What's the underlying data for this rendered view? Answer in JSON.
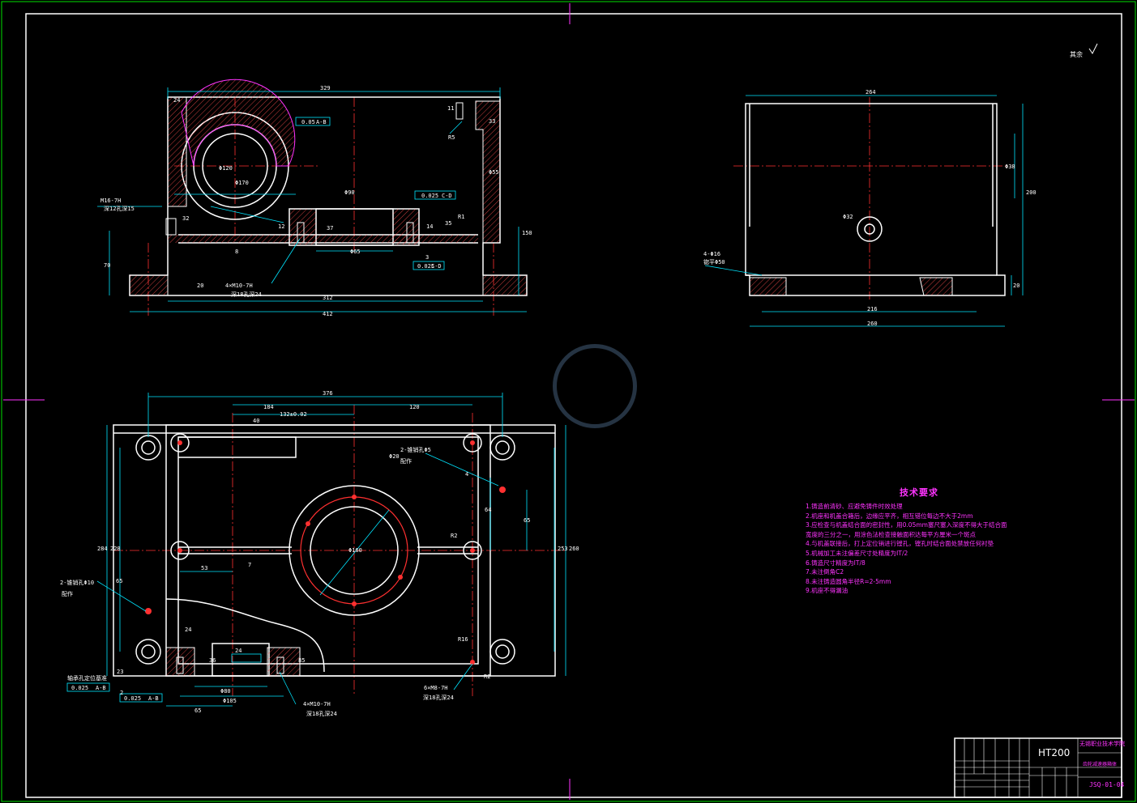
{
  "drawing": {
    "material": "HT200",
    "school": "无锡职业技术学院",
    "part_name": "齿轮减速器箱体",
    "drawing_number": "JSQ-01-04",
    "corner_mark": "其余",
    "tech_requirements": {
      "title": "技术要求",
      "items": [
        "1.铸造前清砂、应避免铸件时效处理",
        "2.机座和机盖合箱后，边缘应平齐，相互错位每边不大于2mm",
        "3.应检查与机盖结合面的密封性，用0.05mm塞尺塞入深度不得大于结合面",
        "宽度的三分之一，用涂色法检查接触面积达每平方厘米一个斑点",
        "4.与机盖联接后，打上定位销进行镗孔，镗孔时结合面处禁放任何衬垫",
        "5.机械加工未注偏差尺寸处精度为IT/2",
        "6.铸造尺寸精度为IT/8",
        "7.未注倒角C2",
        "8.未注铸造圆角半径R=2-5mm",
        "9.机座不得漏油"
      ]
    },
    "dimensions": {
      "front_overall_top": "329",
      "front_24": "24",
      "front_11": "11",
      "front_33": "33",
      "front_r5": "R5",
      "front_phi120": "Φ120",
      "front_phi170": "Φ170",
      "front_phi55": "Φ55",
      "front_m16": "M16-7H",
      "front_m16_depth": "深12孔深15",
      "front_32": "32",
      "front_70": "70",
      "front_150": "150",
      "front_tol1": "0.05",
      "front_datum1": "A-B",
      "front_phi90": "Φ90",
      "front_tol2": "0.025",
      "front_datum2": "C-D",
      "front_12": "12",
      "front_37": "37",
      "front_14": "14",
      "front_35": "35",
      "front_r": "R1",
      "front_3": "3",
      "front_phi65": "Φ65",
      "front_tol3": "0.025",
      "front_datum3": "C-D",
      "front_m10": "4×M10-7H",
      "front_m10_depth": "深18孔深24",
      "front_20": "20",
      "front_8": "8",
      "front_312": "312",
      "front_412": "412",
      "side_264": "264",
      "side_phi38": "Φ38",
      "side_phi32": "Φ32",
      "side_200": "200",
      "side_phi16": "4-Φ16",
      "side_phi16_cb": "锪平Φ50",
      "side_20": "20",
      "side_216": "216",
      "side_260": "260",
      "top_376": "376",
      "top_184": "184",
      "top_120": "120",
      "top_132": "132±0.02",
      "top_40": "40",
      "top_pin1": "2-锥销孔Φ5",
      "top_pin1_note": "配作",
      "top_4": "4",
      "top_64": "64",
      "top_65": "65",
      "top_253": "253",
      "top_260": "260",
      "top_284": "284",
      "top_228": "228",
      "top_65b": "65",
      "top_53": "53",
      "top_7": "7",
      "top_phi160": "Φ160",
      "top_r2": "R2",
      "top_pin2": "2-锥销孔Φ10",
      "top_pin2_note": "配作",
      "top_24": "24",
      "top_r16": "R16",
      "top_r2b": "R2",
      "top_tol4": "0.025",
      "top_datum4": "A-B",
      "top_tol5": "0.025",
      "top_datum5": "A-B",
      "top_24b": "24",
      "top_36": "36",
      "top_phi80": "Φ80",
      "top_phi105": "Φ105",
      "top_65c": "65",
      "top_m10": "4×M10-7H",
      "top_m10_depth": "深18孔深24",
      "top_m8": "6×M8-7H",
      "top_m8_depth": "深18孔深24",
      "top_85": "85",
      "top_23": "23",
      "top_2": "2",
      "top_shaft_note": "轴承孔定位基准",
      "top_phi20": "Φ20"
    }
  }
}
